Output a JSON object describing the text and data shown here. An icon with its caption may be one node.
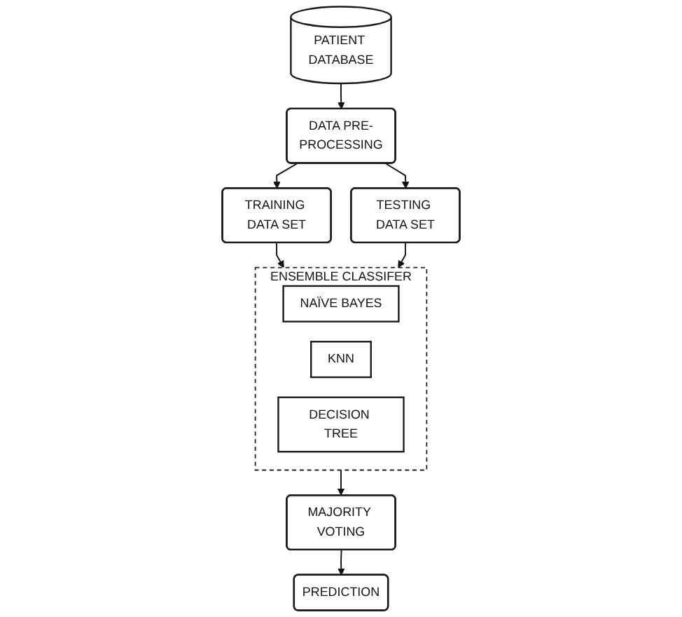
{
  "diagram": {
    "nodes": [
      {
        "text": [
          "PATIENT DATABASE"
        ]
      },
      {
        "text": [
          "DATA PRE-PROCESSING"
        ]
      },
      {
        "text": [
          "TRAINING DATA SET"
        ]
      },
      {
        "text": [
          "TESTING DATA SET"
        ]
      },
      {
        "text": [
          "ENSEMBLE CLASSIFER"
        ]
      },
      {
        "text": [
          "NAÏVE BAYES"
        ],
        "in": 4
      },
      {
        "text": [
          "KNN"
        ],
        "in": 4
      },
      {
        "text": [
          "DECISION TREE"
        ],
        "in": 4
      },
      {
        "text": [
          "MAJORITY VOTING"
        ]
      },
      {
        "text": [
          "PREDICTION"
        ]
      }
    ],
    "edges": [
      {
        "from": 0,
        "to": 1,
        "arrow": "to"
      },
      {
        "from": 1,
        "to": 2,
        "arrow": "to"
      },
      {
        "from": 1,
        "to": 3,
        "arrow": "to"
      },
      {
        "from": 2,
        "to": 4,
        "arrow": "to"
      },
      {
        "from": 3,
        "to": 4,
        "arrow": "to"
      },
      {
        "from": 4,
        "to": 8,
        "arrow": "to"
      },
      {
        "from": 8,
        "to": 9,
        "arrow": "to"
      }
    ]
  }
}
